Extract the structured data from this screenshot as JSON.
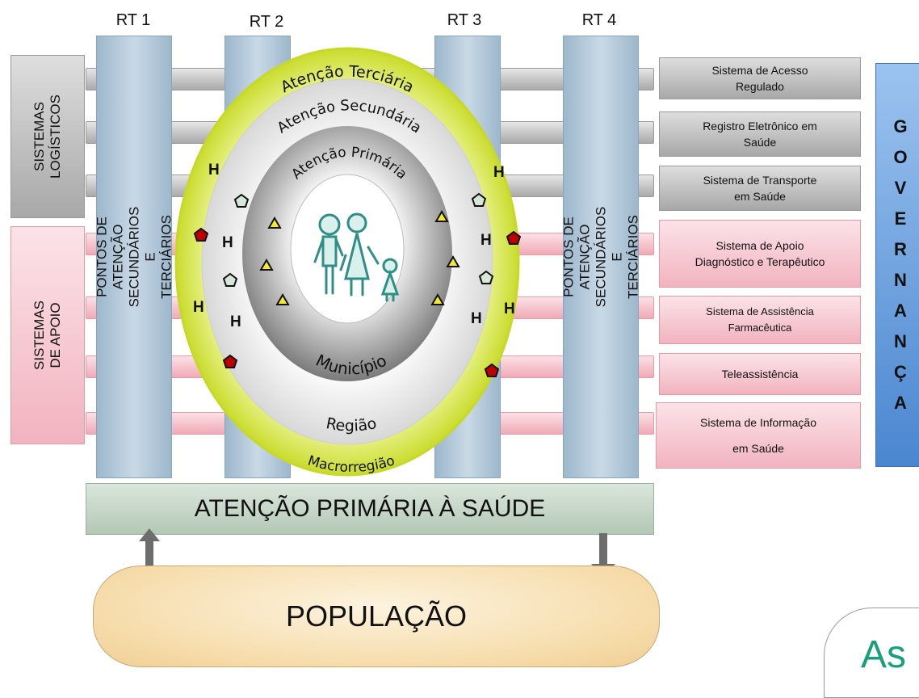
{
  "rt_labels": [
    "RT 1",
    "RT 2",
    "RT 3",
    "RT 4"
  ],
  "left": {
    "logistics": "SISTEMAS\nLOGÍSTICOS",
    "support": "SISTEMAS\nDE APOIO"
  },
  "columns": {
    "left_text": "PONTOS DE ATENÇÃO SECUNDÁRIOS E\nTERCIÁRIOS",
    "right_text": "PONTOS DE ATENÇÃO SECUNDÁRIOS E\nTERCIÁRIOS"
  },
  "circle": {
    "outer_top": "Atenção Terciária",
    "middle_top": "Atenção Secundária",
    "inner_top": "Atenção Primária",
    "inner_bottom": "Município",
    "middle_bottom": "Região",
    "outer_bottom": "Macrorregião",
    "hospital_letter": "H"
  },
  "right_systems": [
    {
      "label": "Sistema de Acesso\nRegulado",
      "type": "grey"
    },
    {
      "label": "Registro Eletrônico em\nSaúde",
      "type": "grey"
    },
    {
      "label": "Sistema de Transporte\nem Saúde",
      "type": "grey"
    },
    {
      "label": "Sistema de Apoio\nDiagnóstico e Terapêutico",
      "type": "pink"
    },
    {
      "label": "Sistema de Assistência\nFarmacêutica",
      "type": "pink"
    },
    {
      "label": "Teleassistência",
      "type": "pink"
    },
    {
      "label": "Sistema de Informação\nem Saúde",
      "type": "pink"
    }
  ],
  "governance_letters": [
    "G",
    "O",
    "V",
    "E",
    "R",
    "N",
    "A",
    "N",
    "Ç",
    "A"
  ],
  "aps_label": "ATENÇÃO PRIMÁRIA À SAÚDE",
  "population_label": "POPULAÇÃO",
  "corner_text": "As",
  "colors": {
    "ring": "#d8e84a",
    "gov": "#4a86d0",
    "col": "#b3c9da",
    "pink": "#f2b3bf",
    "grey": "#a8a8a8",
    "hex_red": "#c00000"
  }
}
